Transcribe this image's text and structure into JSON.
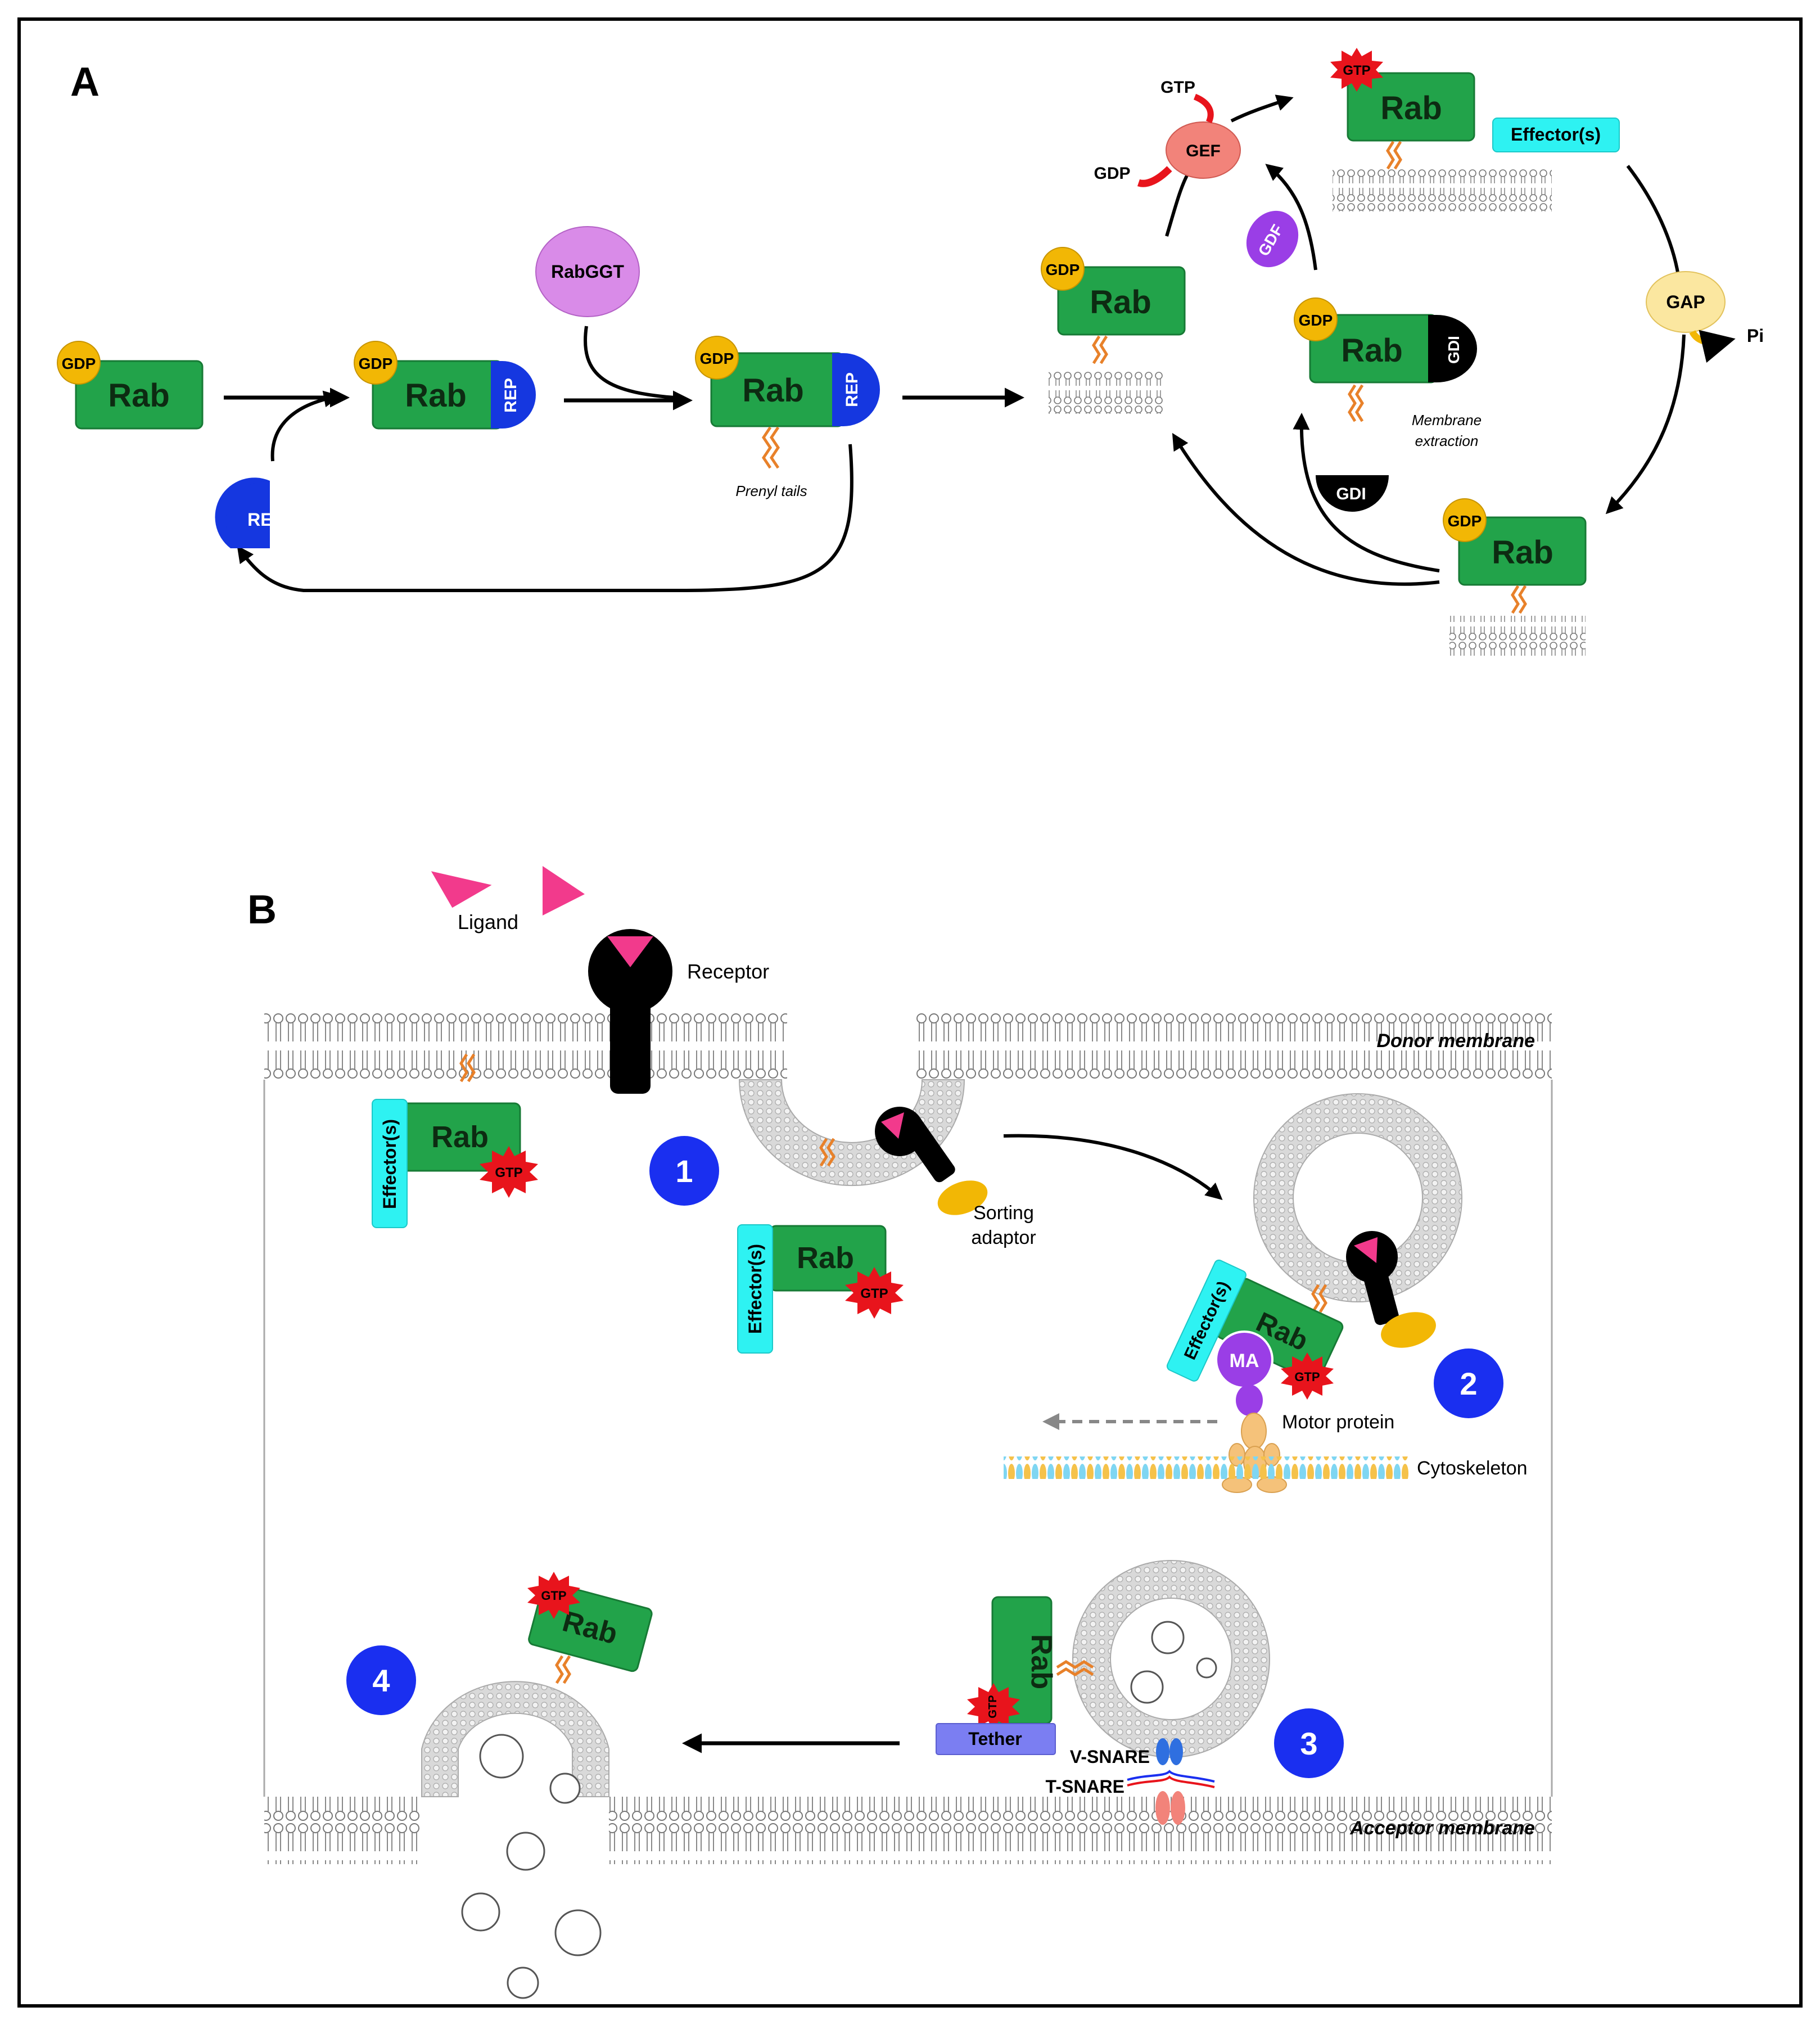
{
  "panel_a": {
    "label": "A",
    "rab": "Rab",
    "gdp": "GDP",
    "gtp": "GTP",
    "rep": "REP",
    "rabggt": "RabGGT",
    "prenyl_tails": "Prenyl tails",
    "gef": "GEF",
    "gdf": "GDF",
    "gdi": "GDI",
    "gap": "GAP",
    "pi": "Pi",
    "effectors": "Effector(s)",
    "membrane_extraction_1": "Membrane",
    "membrane_extraction_2": "extraction"
  },
  "panel_b": {
    "label": "B",
    "ligand": "Ligand",
    "receptor": "Receptor",
    "donor_membrane": "Donor membrane",
    "acceptor_membrane": "Acceptor membrane",
    "rab": "Rab",
    "gtp": "GTP",
    "effectors": "Effector(s)",
    "sorting_adaptor_1": "Sorting",
    "sorting_adaptor_2": "adaptor",
    "ma": "MA",
    "motor_protein": "Motor protein",
    "cytoskeleton": "Cytoskeleton",
    "tether": "Tether",
    "v_snare": "V-SNARE",
    "t_snare": "T-SNARE",
    "steps": [
      "1",
      "2",
      "3",
      "4"
    ]
  },
  "colors": {
    "rab_green": "#22a34a",
    "gdp_gold": "#f2b705",
    "gtp_red": "#e8141c",
    "rep_blue": "#1537e0",
    "rabggt_purple": "#d98be8",
    "gef_salmon": "#f2837a",
    "gdf_purple": "#9a3ee6",
    "gap_yellow": "#fbe7a0",
    "effector_cyan": "#2ef2f2",
    "tether_violet": "#7b7ef2",
    "ligand_pink": "#f23a8c",
    "step_blue": "#1a2ff0",
    "tail_orange": "#e8812a"
  }
}
